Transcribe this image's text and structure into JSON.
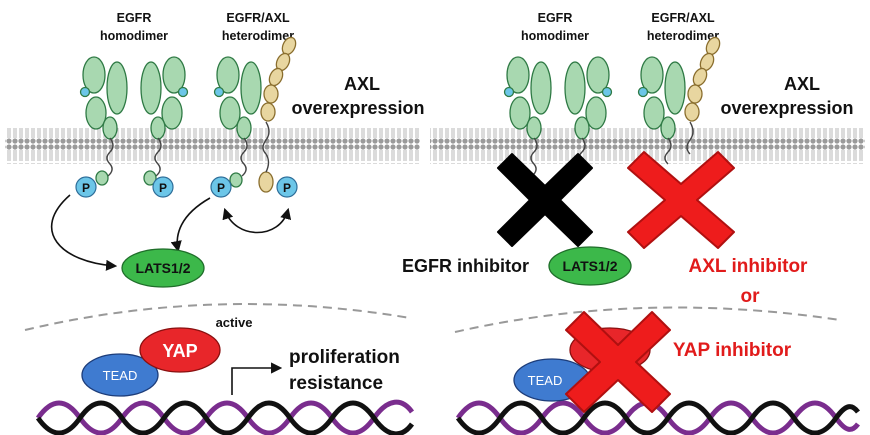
{
  "labels": {
    "egfr_homodimer_line1": "EGFR",
    "egfr_homodimer_line2": "homodimer",
    "egfr_axl_line1": "EGFR/AXL",
    "egfr_axl_line2": "heterodimer",
    "axl_overexpression_line1": "AXL",
    "axl_overexpression_line2": "overexpression",
    "phospho": "P",
    "lats": "LATS1/2",
    "active": "active",
    "yap": "YAP",
    "tead": "TEAD",
    "proliferation": "proliferation",
    "resistance": "resistance",
    "egfr_inhibitor": "EGFR inhibitor",
    "axl_inhibitor": "AXL inhibitor",
    "or": "or",
    "yap_inhibitor": "YAP inhibitor"
  },
  "colors": {
    "egfr_domain": "#a8d8b0",
    "egfr_outline": "#2f7a45",
    "axl_domain": "#e8d6a0",
    "axl_outline": "#8a6e2e",
    "phospho": "#6cc6e8",
    "lats": "#3cb84a",
    "yap": "#e8262a",
    "tead": "#3f7bd0",
    "inhibitor_black": "#000000",
    "inhibitor_red": "#ee1c1c",
    "dna_purple": "#7a2d8e",
    "dna_black": "#111111",
    "membrane": "#9a9a9a"
  },
  "icons": {
    "cross_egfr": "x-cross-icon",
    "cross_axl": "x-cross-icon",
    "cross_yap": "x-cross-icon"
  }
}
